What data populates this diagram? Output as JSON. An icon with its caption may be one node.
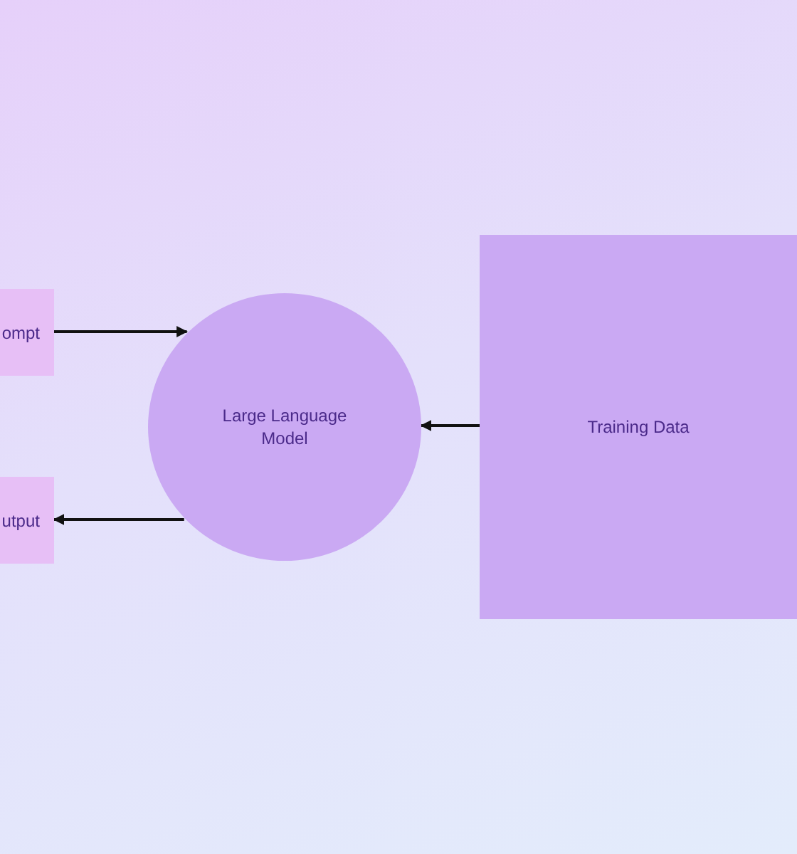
{
  "diagram": {
    "nodes": [
      {
        "text": [
          "ompt"
        ]
      },
      {
        "text": [
          "Large Language Model"
        ]
      },
      {
        "text": [
          "utput"
        ]
      },
      {
        "text": [
          "Training Data"
        ]
      }
    ],
    "edges": [
      {
        "from": 0,
        "to": 1,
        "arrow": "to"
      },
      {
        "from": 1,
        "to": 2,
        "arrow": "to"
      },
      {
        "from": 3,
        "to": 1,
        "arrow": "to"
      }
    ]
  }
}
